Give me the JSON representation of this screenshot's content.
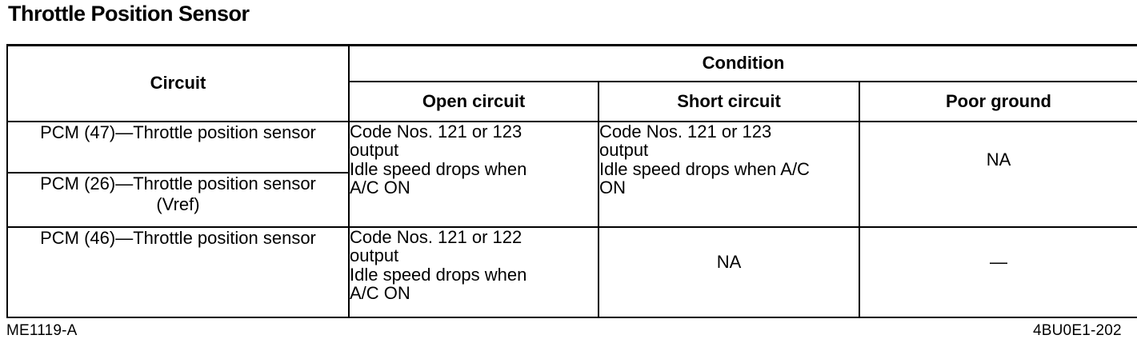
{
  "page_title": "Throttle Position Sensor",
  "table": {
    "headers": {
      "circuit": "Circuit",
      "condition": "Condition",
      "open_circuit": "Open circuit",
      "short_circuit": "Short circuit",
      "poor_ground": "Poor ground"
    },
    "body": {
      "row1_circuit": "PCM (47)—Throttle position sensor",
      "row2_circuit": "PCM (26)—Throttle position sensor\n(Vref)",
      "row3_circuit": "PCM (46)—Throttle position sensor",
      "rows12_open_circuit": "Code Nos. 121 or 123\noutput\nIdle speed drops when\nA/C ON",
      "rows12_short_circuit": "Code Nos. 121 or 123\noutput\nIdle speed drops when A/C\nON",
      "rows12_poor_ground": "NA",
      "row3_open_circuit": "Code Nos. 121 or 122\noutput\nIdle speed drops when\nA/C ON",
      "row3_short_circuit": "NA",
      "row3_poor_ground": "—"
    }
  },
  "footer": {
    "left_code": "ME1119-A",
    "right_code": "4BU0E1-202"
  },
  "colors": {
    "ink": "#000000",
    "paper": "#ffffff"
  }
}
